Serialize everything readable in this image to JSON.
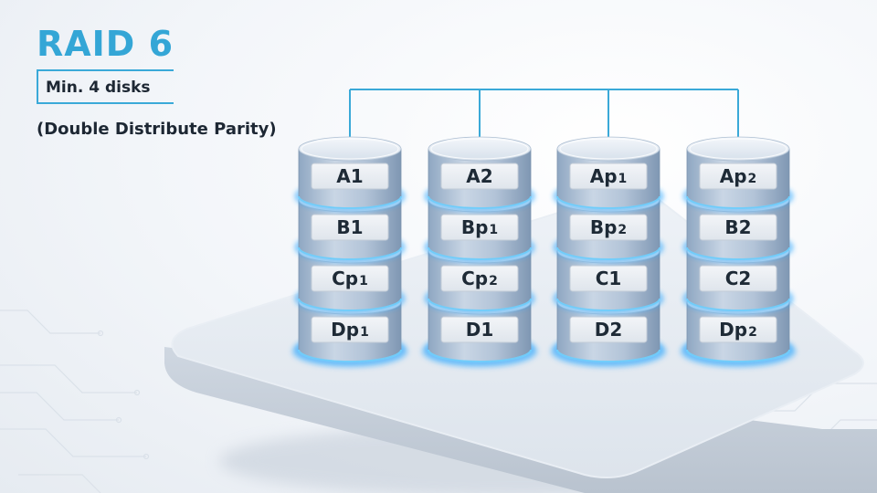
{
  "header": {
    "title": "RAID 6",
    "min_disks": "Min. 4 disks",
    "parity_note": "(Double Distribute Parity)"
  },
  "colors": {
    "accent": "#34a6d6",
    "glow": "#2ea8ff",
    "text": "#1e2a36"
  },
  "disks": [
    {
      "name": "disk-1",
      "blocks": [
        {
          "main": "A1",
          "sub": ""
        },
        {
          "main": "B1",
          "sub": ""
        },
        {
          "main": "Cp",
          "sub": "1"
        },
        {
          "main": "Dp",
          "sub": "1"
        }
      ]
    },
    {
      "name": "disk-2",
      "blocks": [
        {
          "main": "A2",
          "sub": ""
        },
        {
          "main": "Bp",
          "sub": "1"
        },
        {
          "main": "Cp",
          "sub": "2"
        },
        {
          "main": "D1",
          "sub": ""
        }
      ]
    },
    {
      "name": "disk-3",
      "blocks": [
        {
          "main": "Ap",
          "sub": "1"
        },
        {
          "main": "Bp",
          "sub": "2"
        },
        {
          "main": "C1",
          "sub": ""
        },
        {
          "main": "D2",
          "sub": ""
        }
      ]
    },
    {
      "name": "disk-4",
      "blocks": [
        {
          "main": "Ap",
          "sub": "2"
        },
        {
          "main": "B2",
          "sub": ""
        },
        {
          "main": "C2",
          "sub": ""
        },
        {
          "main": "Dp",
          "sub": "2"
        }
      ]
    }
  ]
}
